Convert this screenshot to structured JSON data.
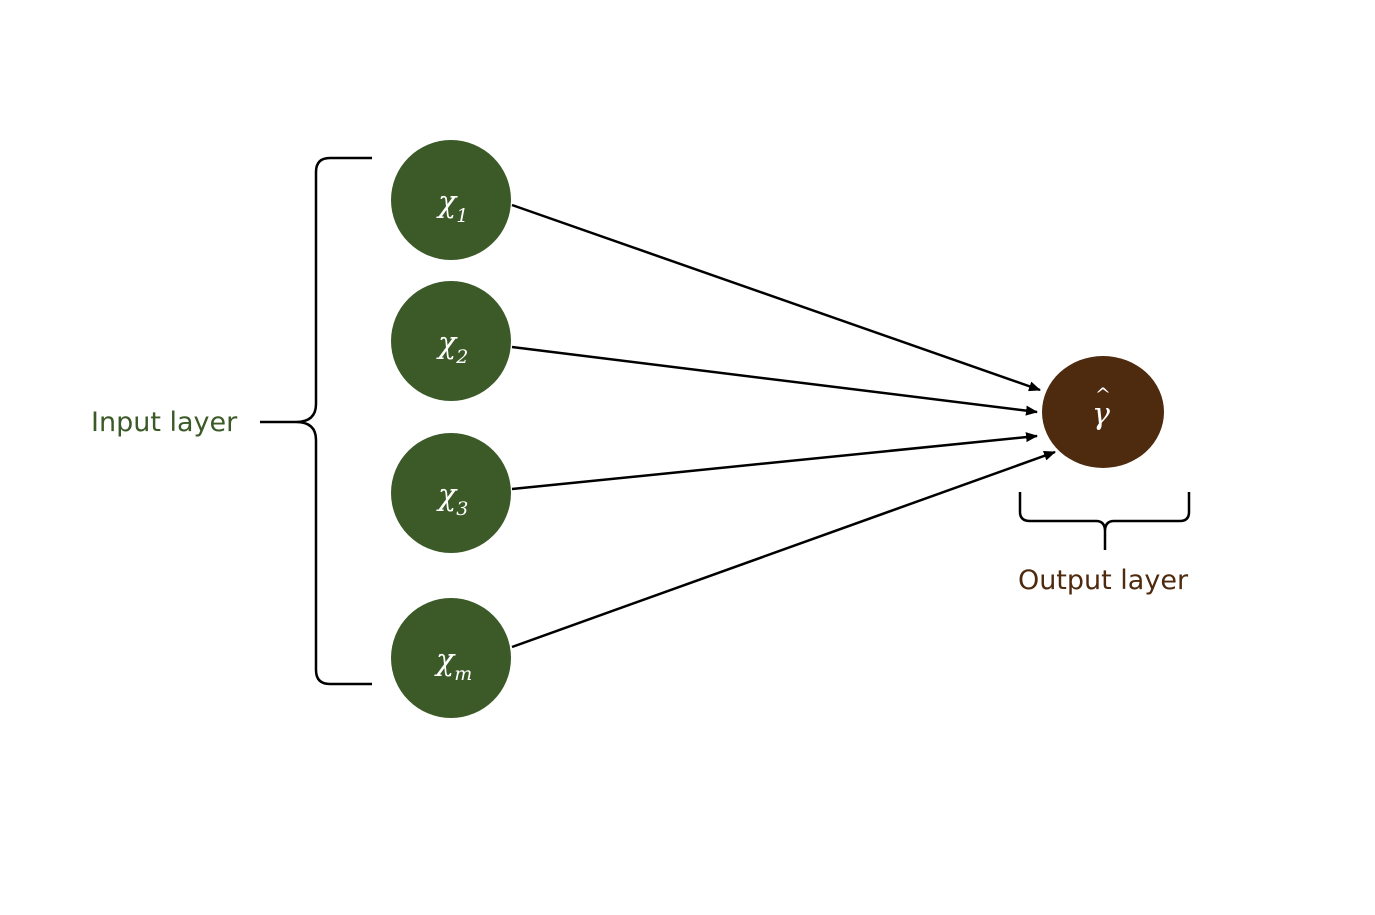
{
  "colors": {
    "input_node": "#3b5a27",
    "output_node": "#4e2a0e",
    "input_label": "#3b5a27",
    "output_label": "#4e2a0e",
    "edge": "#000000"
  },
  "input_layer": {
    "label": "Input layer",
    "nodes": [
      {
        "symbol": "χ",
        "subscript": "1"
      },
      {
        "symbol": "χ",
        "subscript": "2"
      },
      {
        "symbol": "χ",
        "subscript": "3"
      },
      {
        "symbol": "χ",
        "subscript": "m"
      }
    ]
  },
  "output_layer": {
    "label": "Output layer",
    "node": {
      "symbol": "γ",
      "accent": "^"
    }
  }
}
